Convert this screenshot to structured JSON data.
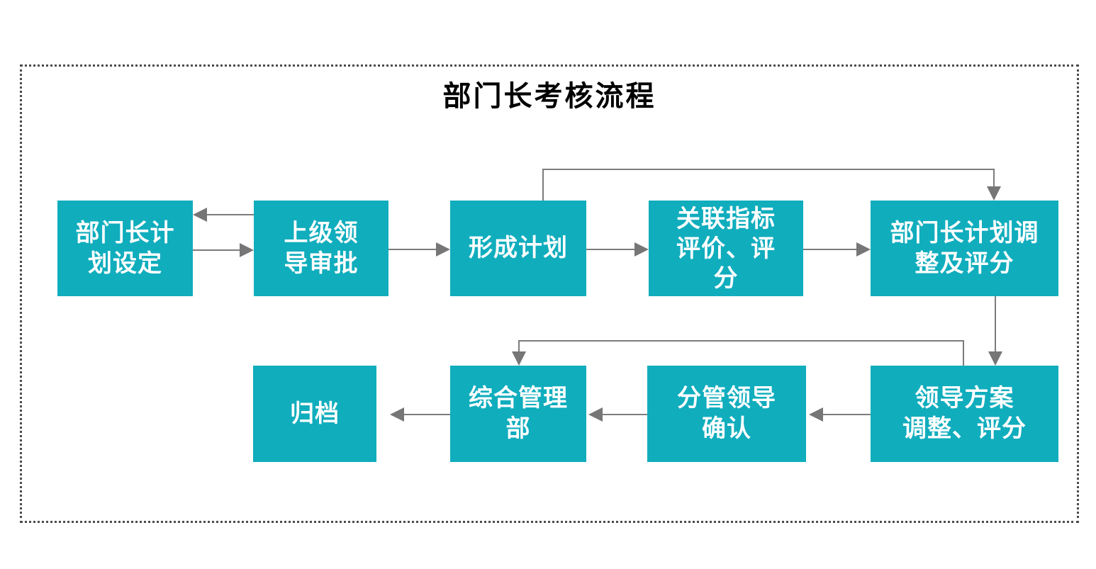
{
  "title": "部门长考核流程",
  "colors": {
    "node_fill": "#10adbd",
    "node_text": "#ffffff",
    "connector": "#7c7c7c",
    "frame_border": "#4c4c4c",
    "title_text": "#000000",
    "background": "#ffffff"
  },
  "nodes": [
    {
      "id": "plan-setting",
      "label": "部门长计\n划设定"
    },
    {
      "id": "superior-approval",
      "label": "上级领\n导审批"
    },
    {
      "id": "form-plan",
      "label": "形成计划"
    },
    {
      "id": "indicator-evaluation",
      "label": "关联指标\n评价、评\n分"
    },
    {
      "id": "plan-adjust-score",
      "label": "部门长计划调\n整及评分"
    },
    {
      "id": "archive",
      "label": "归档"
    },
    {
      "id": "general-management",
      "label": "综合管理\n部"
    },
    {
      "id": "leader-confirm",
      "label": "分管领导\n确认"
    },
    {
      "id": "leader-plan-adjust",
      "label": "领导方案\n调整、评分"
    }
  ],
  "edges": [
    {
      "from": "superior-approval",
      "to": "plan-setting",
      "style": "straight-left"
    },
    {
      "from": "plan-setting",
      "to": "superior-approval",
      "style": "straight-right"
    },
    {
      "from": "superior-approval",
      "to": "form-plan",
      "style": "straight-right"
    },
    {
      "from": "form-plan",
      "to": "indicator-evaluation",
      "style": "straight-right"
    },
    {
      "from": "indicator-evaluation",
      "to": "plan-adjust-score",
      "style": "straight-right"
    },
    {
      "from": "form-plan",
      "to": "plan-adjust-score",
      "style": "elbow-over-top"
    },
    {
      "from": "plan-adjust-score",
      "to": "leader-plan-adjust",
      "style": "straight-down"
    },
    {
      "from": "leader-plan-adjust",
      "to": "leader-confirm",
      "style": "straight-left"
    },
    {
      "from": "leader-confirm",
      "to": "general-management",
      "style": "straight-left"
    },
    {
      "from": "leader-plan-adjust",
      "to": "general-management",
      "style": "elbow-over-top"
    },
    {
      "from": "general-management",
      "to": "archive",
      "style": "straight-left"
    }
  ]
}
